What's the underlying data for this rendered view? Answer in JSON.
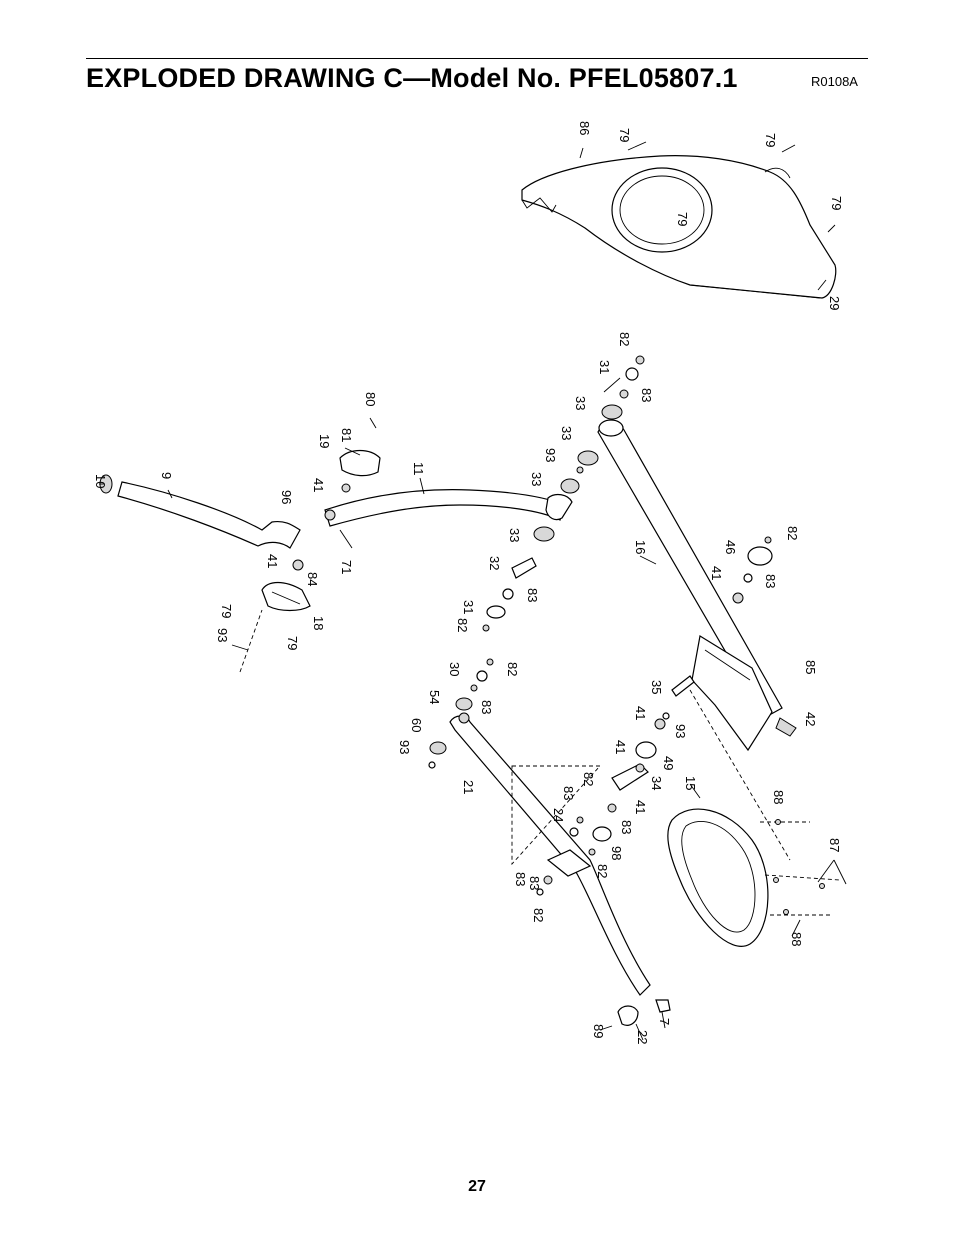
{
  "header": {
    "title": "EXPLODED DRAWING C—Model No. PFEL05807.1",
    "drawing_code": "R0108A"
  },
  "footer": {
    "page_number": "27"
  },
  "callouts": [
    "86",
    "79",
    "79",
    "79",
    "79",
    "29",
    "82",
    "31",
    "83",
    "33",
    "80",
    "81",
    "19",
    "33",
    "93",
    "11",
    "33",
    "9",
    "10",
    "96",
    "41",
    "16",
    "33",
    "46",
    "82",
    "41",
    "83",
    "32",
    "31",
    "83",
    "82",
    "41",
    "84",
    "71",
    "79",
    "18",
    "93",
    "79",
    "30",
    "82",
    "54",
    "83",
    "35",
    "85",
    "42",
    "41",
    "93",
    "60",
    "93",
    "41",
    "49",
    "21",
    "34",
    "41",
    "83",
    "82",
    "15",
    "24",
    "83",
    "98",
    "83",
    "82",
    "88",
    "87",
    "83",
    "82",
    "88",
    "89",
    "22",
    "7"
  ]
}
